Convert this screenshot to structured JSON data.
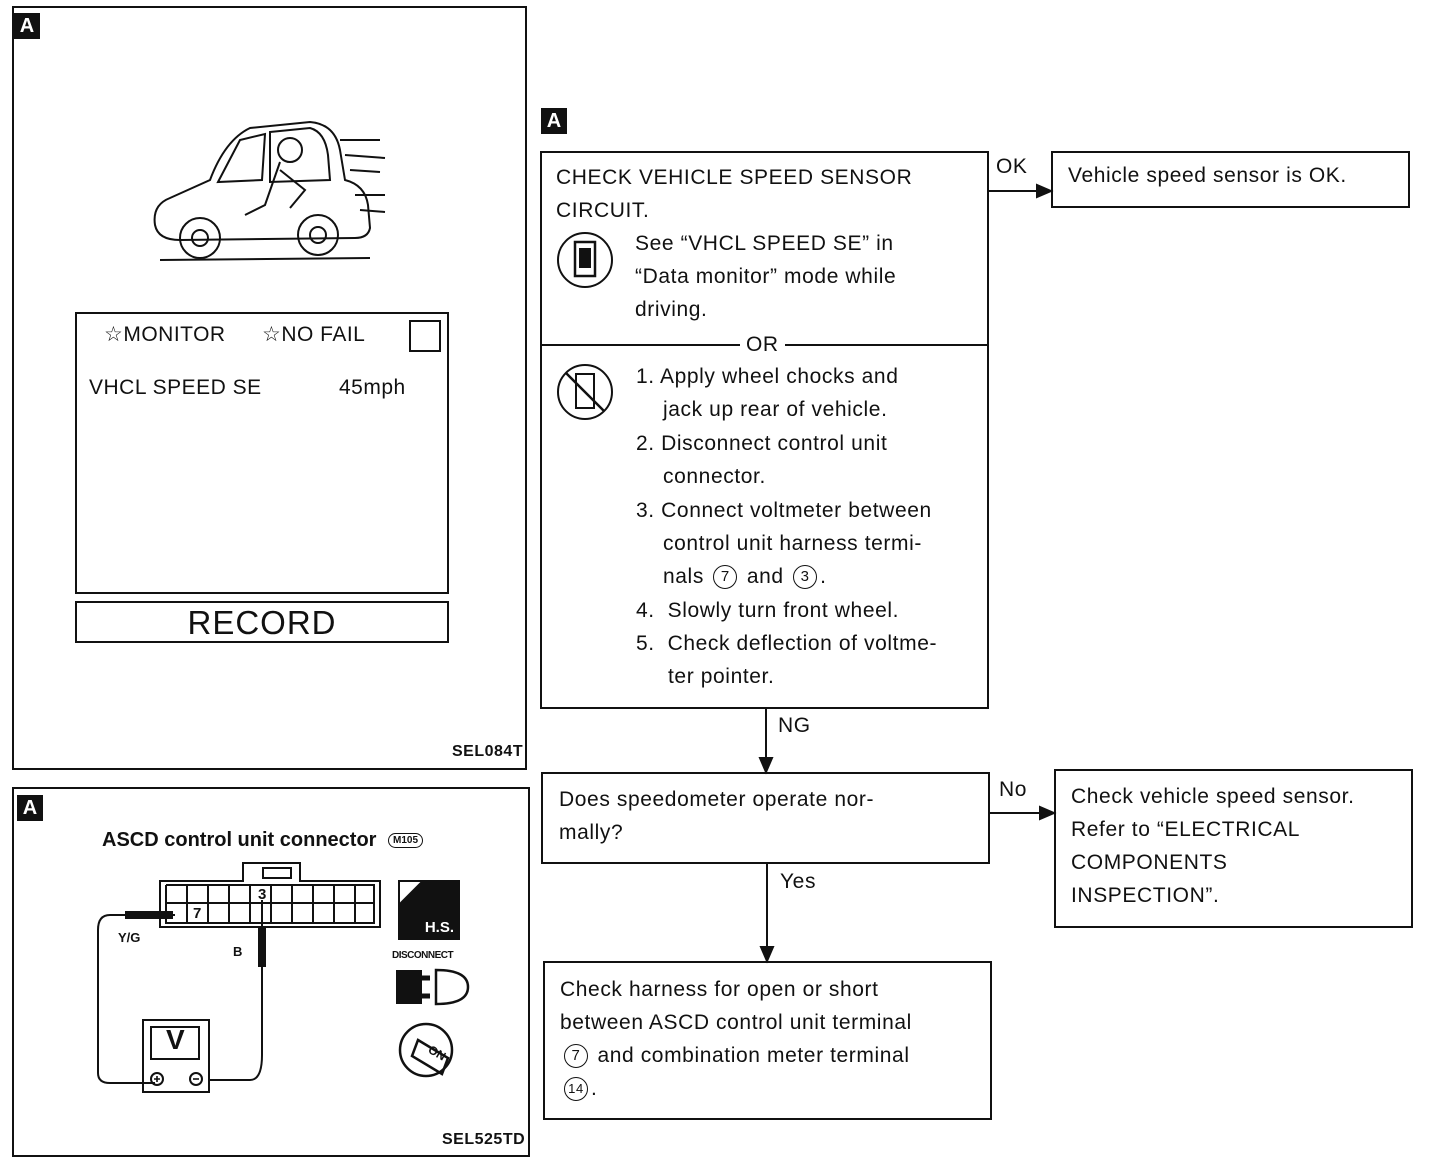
{
  "panel_tag": "A",
  "monitor_panel": {
    "header_monitor": "☆MONITOR",
    "header_nofail": "☆NO FAIL",
    "row_label": "VHCL SPEED SE",
    "row_value": "45mph",
    "record_button": "RECORD",
    "figure_code": "SEL084T"
  },
  "connector_panel": {
    "title": "ASCD control unit connector",
    "connector_id": "M105",
    "terminal_7": "7",
    "terminal_3": "3",
    "wire_yg": "Y/G",
    "wire_b": "B",
    "meter_label": "V",
    "hs_label": "H.S.",
    "disconnect_label": "DISCONNECT",
    "key_label": "ON",
    "figure_code": "SEL525TD"
  },
  "flowchart": {
    "step1": {
      "title_line1": "CHECK VEHICLE SPEED SENSOR",
      "title_line2": "CIRCUIT.",
      "see_line1": "See “VHCL SPEED SE” in",
      "see_line2": "“Data monitor” mode while",
      "see_line3": "driving.",
      "or_label": "OR",
      "i1a": "1. Apply wheel chocks and",
      "i1b": "jack up rear of vehicle.",
      "i2a": "2. Disconnect control unit",
      "i2b": "connector.",
      "i3a": "3. Connect voltmeter between",
      "i3b": "control unit harness termi-",
      "i3c_pre": "nals",
      "i3c_t1": "7",
      "i3c_mid": "and",
      "i3c_t2": "3",
      "i3c_post": ".",
      "i4": "4.  Slowly turn front wheel.",
      "i5a": "5.  Check deflection of voltme-",
      "i5b": "ter pointer."
    },
    "ok_label": "OK",
    "ok_result": "Vehicle speed sensor is OK.",
    "ng_label": "NG",
    "step2_line1": "Does speedometer operate nor-",
    "step2_line2": "mally?",
    "no_label": "No",
    "no_line1": "Check vehicle speed sensor.",
    "no_line2": "Refer to “ELECTRICAL",
    "no_line3": "COMPONENTS",
    "no_line4": "INSPECTION”.",
    "yes_label": "Yes",
    "final_line1": "Check harness for open or short",
    "final_line2": "between ASCD control unit terminal",
    "final_t1": "7",
    "final_line3": "and combination meter terminal",
    "final_t2": "14",
    "final_post": "."
  }
}
